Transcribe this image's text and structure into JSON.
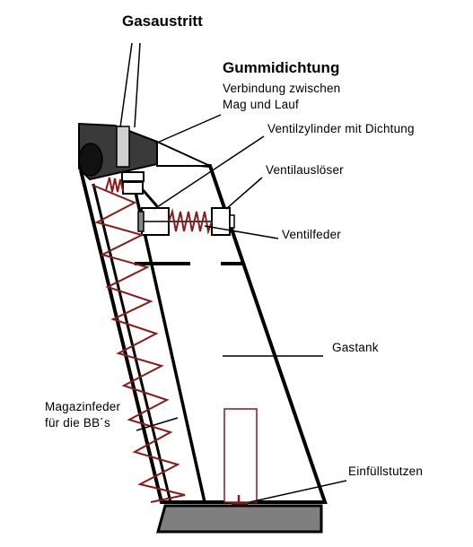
{
  "labels": {
    "gasaustritt": "Gasaustritt",
    "gummidichtung": "Gummidichtung",
    "verbindung_line1": "Verbindung zwischen",
    "verbindung_line2": "Mag und Lauf",
    "ventilzylinder": "Ventilzylinder mit Dichtung",
    "ventilausloeser": "Ventilauslöser",
    "ventilfeder": "Ventilfeder",
    "gastank": "Gastank",
    "magazinfeder_line1": "Magazinfeder",
    "magazinfeder_line2": "für die BB´s",
    "einfuellstutzen": "Einfüllstutzen"
  },
  "colors": {
    "outline": "#000000",
    "spring": "#8b1a1a",
    "base": "#7f7f7f",
    "nozzle": "#3a3a3a",
    "seal_light": "#cfcfcf",
    "fill_pipe": "#8b1a1a"
  }
}
